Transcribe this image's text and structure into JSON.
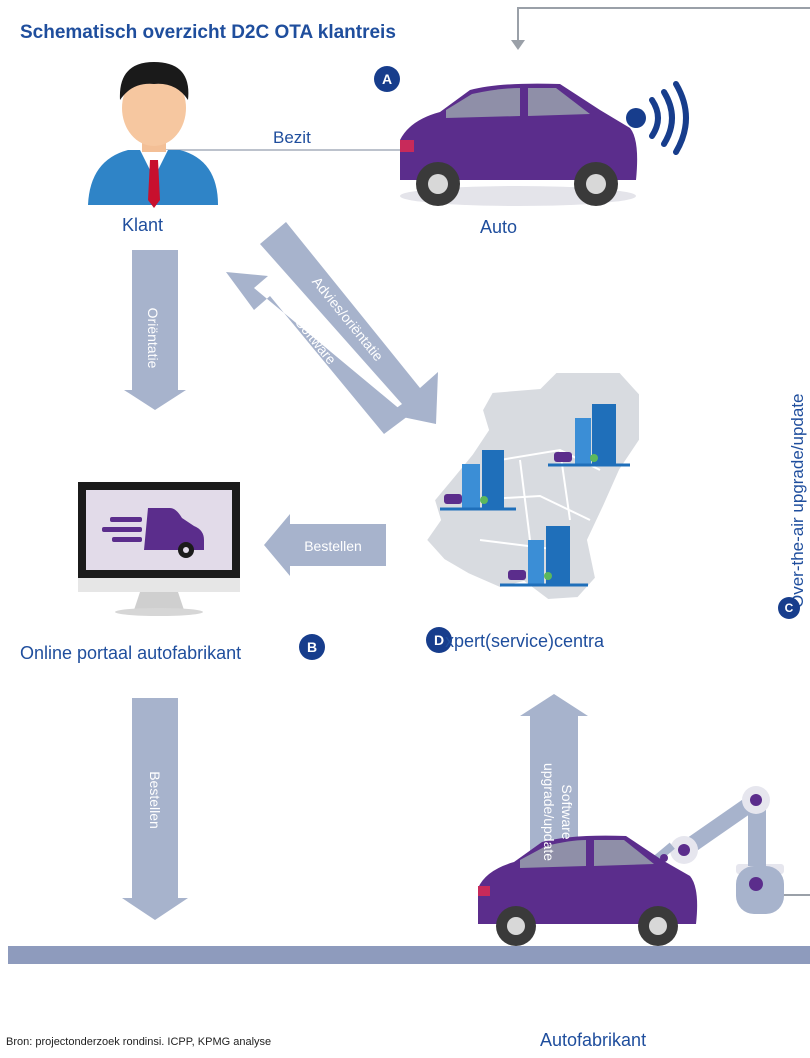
{
  "title": "Schematisch overzicht D2C OTA klantreis",
  "nodes": {
    "klant": "Klant",
    "auto": "Auto",
    "portal": "Online portaal autofabrikant",
    "expert": "xpert(service)centra",
    "fabrikant": "Autofabrikant"
  },
  "badges": {
    "a": "A",
    "b": "B",
    "c": "C",
    "d": "D"
  },
  "arrows": {
    "bezit": "Bezit",
    "orientatie": "Oriëntatie",
    "advies": "Advies/oriëntatie",
    "software_line1": "Software",
    "software_line2": "upgrade/update",
    "bestellen_horizontal": "Bestellen",
    "bestellen_vertical": "Bestellen",
    "ota": "Over-the-air upgrade/update"
  },
  "footnote": "Bron: projectonderzoek rondinsi. ICPP, KPMG analyse",
  "colors": {
    "accent_blue": "#1f4e9d",
    "badge_blue": "#173d8c",
    "arrow_fill": "#a7b3cc",
    "car_purple": "#5b2d8c",
    "map_grey": "#d8dbe0",
    "ground_bar": "#8e9bbd"
  }
}
